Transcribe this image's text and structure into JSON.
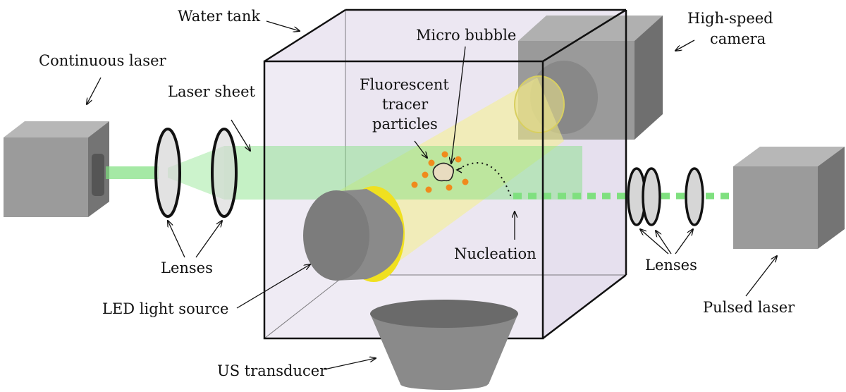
{
  "labels": {
    "water_tank": "Water tank",
    "high_speed_camera_line1": "High-speed",
    "high_speed_camera_line2": "camera",
    "continuous_laser": "Continuous laser",
    "micro_bubble": "Micro bubble",
    "laser_sheet": "Laser sheet",
    "fluorescent_line1": "Fluorescent",
    "fluorescent_line2": "tracer",
    "fluorescent_line3": "particles",
    "nucleation": "Nucleation",
    "lenses_left": "Lenses",
    "lenses_right": "Lenses",
    "led_light_source": "LED light source",
    "pulsed_laser": "Pulsed laser",
    "us_transducer": "US transducer"
  },
  "colors": {
    "laser_green": "#7fe07f",
    "led_yellow": "#f6f08a",
    "particle_orange": "#f08a1c",
    "box_gray": "#8f8f8f",
    "tank_fill": "#e9e4f0"
  }
}
